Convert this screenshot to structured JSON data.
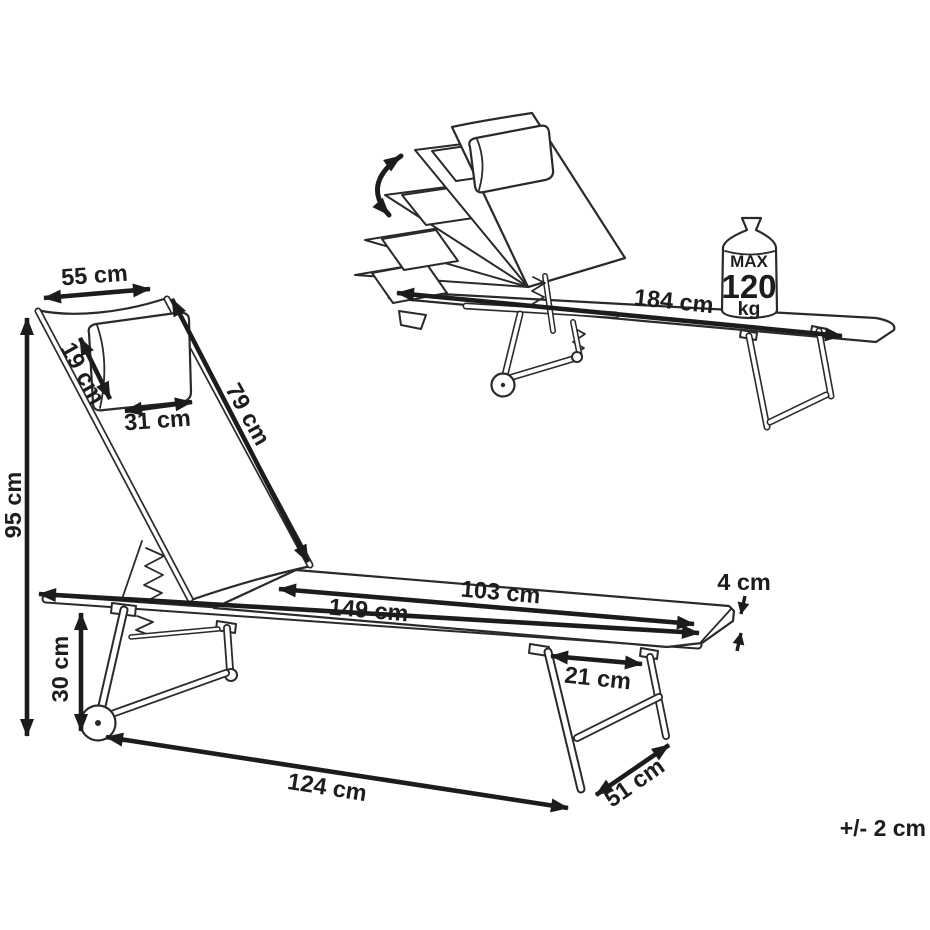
{
  "title": "Sun lounger dimension diagram",
  "colors": {
    "background": "#ffffff",
    "line": "#2a2a2a",
    "dimension": "#1c1c1c"
  },
  "tolerance_note": "+/- 2 cm",
  "main_view": {
    "dimensions": {
      "head_width": "55 cm",
      "overall_height": "95 cm",
      "pillow_depth": "19 cm",
      "pillow_width": "31 cm",
      "backrest_length": "79 cm",
      "seat_length": "103 cm",
      "frame_length": "149 cm",
      "fabric_thickness": "4 cm",
      "leg_inset": "21 cm",
      "seat_height": "30 cm",
      "base_length": "124 cm",
      "overall_width": "51 cm"
    }
  },
  "recline_view": {
    "overall_length": "184 cm",
    "max_load": {
      "label": "MAX",
      "value": "120",
      "unit": "kg"
    }
  }
}
